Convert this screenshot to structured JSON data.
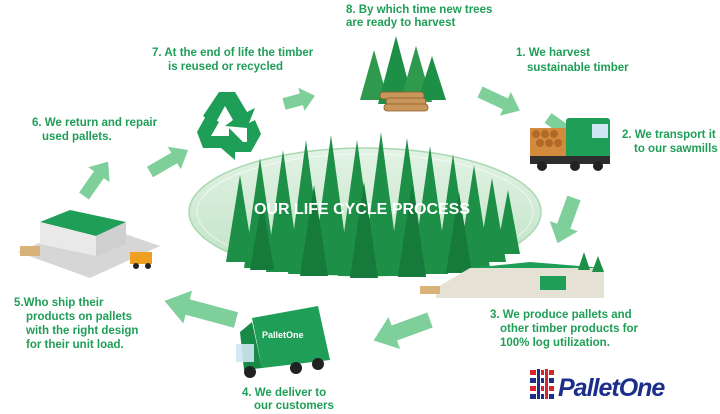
{
  "diagram": {
    "center_title": "OUR LIFE CYCLE PROCESS",
    "steps": [
      {
        "line1": "1. We harvest",
        "line2": "sustainable timber"
      },
      {
        "line1": "2. We transport it",
        "line2": "to our sawmills"
      },
      {
        "line1": "3. We produce pallets and",
        "line2": "other timber products for",
        "line3": "100% log utilization."
      },
      {
        "line1": "4. We deliver to",
        "line2": "our customers"
      },
      {
        "line1": "5.Who ship their",
        "line2": "products on pallets",
        "line3": "with the right design",
        "line4": "for their unit load."
      },
      {
        "line1": "6. We return and repair",
        "line2": "used pallets."
      },
      {
        "line1": "7. At the end of life the timber",
        "line2": "is reused or recycled"
      },
      {
        "line1": "8. By which time new trees",
        "line2": "are ready to harvest"
      }
    ],
    "truck_brand": "PalletOne"
  },
  "brand": {
    "name": "PalletOne"
  },
  "colors": {
    "text_green": "#1f9e57",
    "tree_green": "#1e8f47",
    "arrow_green": "#7fcf9a",
    "ellipse_green": "#cfe9d2",
    "brand_blue": "#1b2f8a",
    "brand_red": "#d7262b"
  }
}
